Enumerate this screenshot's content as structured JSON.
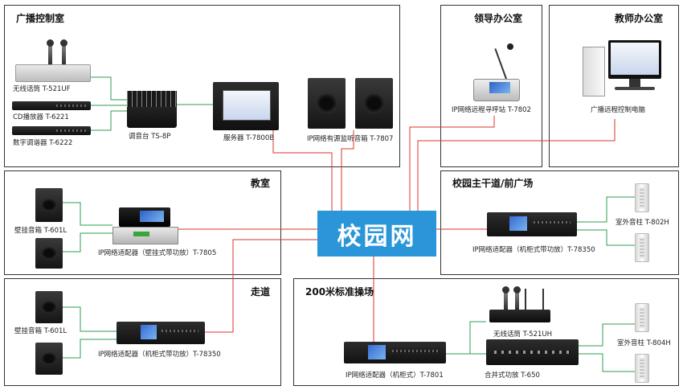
{
  "network": {
    "label": "校园网"
  },
  "zones": {
    "control": {
      "title": "广播控制室"
    },
    "leader": {
      "title": "领导办公室"
    },
    "teacher": {
      "title": "教师办公室"
    },
    "classroom": {
      "title": "教室"
    },
    "corridor": {
      "title": "走道"
    },
    "mainroad": {
      "title": "校园主干道/前广场"
    },
    "field": {
      "title": "200米标准操场"
    }
  },
  "devices": {
    "wireless_mic_1": "无线话筒 T-521UF",
    "cd_player": "CD播放器 T-6221",
    "tuner": "数字调谐器 T-6222",
    "mixer": "调音台 TS-8P",
    "server": "服务器 T-7800B",
    "monitor_speaker": "IP网络有源监听音箱 T-7807",
    "paging_station": "IP网络远程寻呼站 T-7802",
    "remote_pc": "广播远程控制电脑",
    "wall_speaker_class": "壁挂音箱 T-601L",
    "wall_adapter": "IP网络适配器（壁挂式带功放）T-7805",
    "wall_speaker_corridor": "壁挂音箱 T-601L",
    "rack_adapter_corridor": "IP网络适配器（机柜式带功放）T-78350",
    "rack_adapter_road": "IP网络适配器（机柜式带功放）T-78350",
    "outdoor_column_road": "室外音柱 T-802H",
    "rack_adapter_field": "IP网络适配器（机柜式）T-7801",
    "wireless_mic_2": "无线话筒  T-521UH",
    "mixer_amp": "合并式功放 T-650",
    "outdoor_column_field": "室外音柱 T-804H"
  },
  "colors": {
    "network": "#2a95d8",
    "wire_red": "#d9342b",
    "wire_green": "#2e9e4f",
    "border": "#333333"
  }
}
